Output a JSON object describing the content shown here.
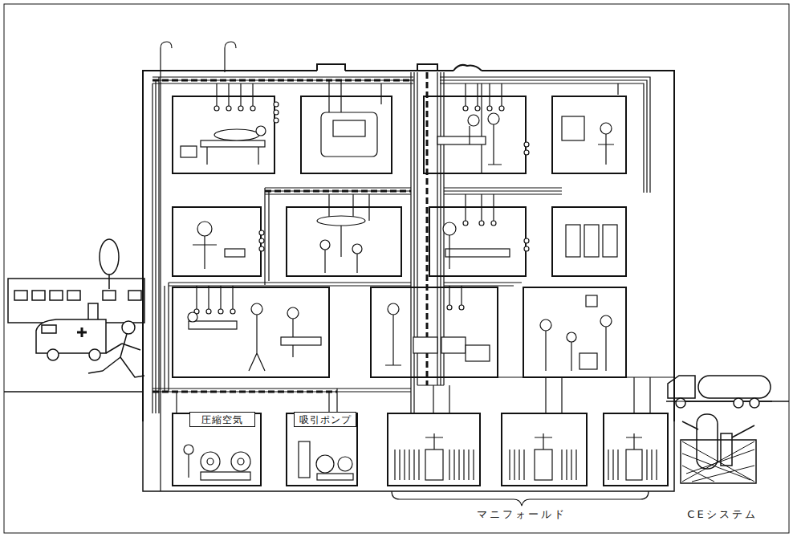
{
  "diagram": {
    "nodes": [
      {
        "text": [
          "圧縮空気"
        ]
      },
      {
        "text": [
          "吸引ポンプ"
        ]
      }
    ],
    "labels": [
      "マニフォールド",
      "CEシステム"
    ]
  }
}
